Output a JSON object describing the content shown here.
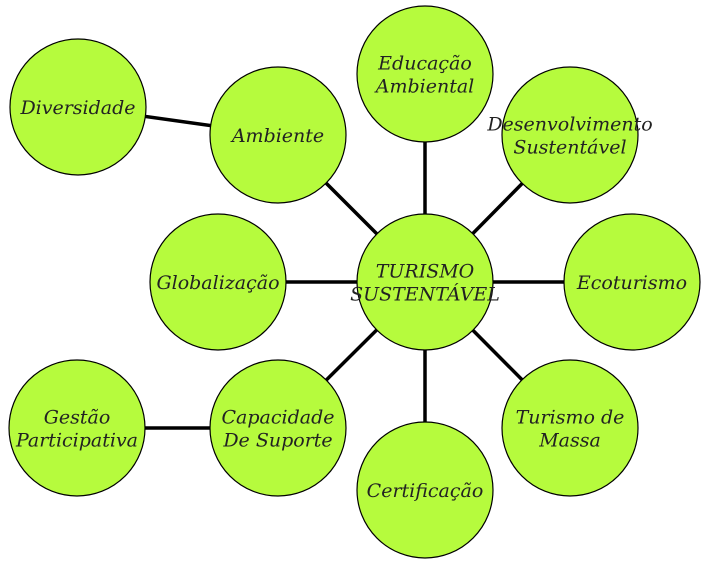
{
  "diagram": {
    "background": "#ffffff",
    "node_fill": "#b6fb3d",
    "line_color": "#000000",
    "center": {
      "lines": [
        "TURISMO",
        "SUSTENTÁVEL"
      ]
    },
    "nodes": [
      {
        "id": "diversidade",
        "lines": [
          "Diversidade"
        ]
      },
      {
        "id": "ambiente",
        "lines": [
          "Ambiente"
        ]
      },
      {
        "id": "educacao-ambiental",
        "lines": [
          "Educação",
          "Ambiental"
        ]
      },
      {
        "id": "desenvolvimento-sustentavel",
        "lines": [
          "Desenvolvimento",
          "Sustentável"
        ]
      },
      {
        "id": "globalizacao",
        "lines": [
          "Globalização"
        ]
      },
      {
        "id": "ecoturismo",
        "lines": [
          "Ecoturismo"
        ]
      },
      {
        "id": "gestao-participativa",
        "lines": [
          "Gestão",
          "Participativa"
        ]
      },
      {
        "id": "capacidade-de-suporte",
        "lines": [
          "Capacidade",
          "De Suporte"
        ]
      },
      {
        "id": "turismo-de-massa",
        "lines": [
          "Turismo de",
          "Massa"
        ]
      },
      {
        "id": "certificacao",
        "lines": [
          "Certificação"
        ]
      }
    ],
    "edges": [
      [
        "diversidade",
        "ambiente"
      ],
      [
        "ambiente",
        "center"
      ],
      [
        "educacao-ambiental",
        "center"
      ],
      [
        "desenvolvimento-sustentavel",
        "center"
      ],
      [
        "globalizacao",
        "center"
      ],
      [
        "ecoturismo",
        "center"
      ],
      [
        "gestao-participativa",
        "capacidade-de-suporte"
      ],
      [
        "capacidade-de-suporte",
        "center"
      ],
      [
        "turismo-de-massa",
        "center"
      ],
      [
        "certificacao",
        "center"
      ]
    ]
  }
}
